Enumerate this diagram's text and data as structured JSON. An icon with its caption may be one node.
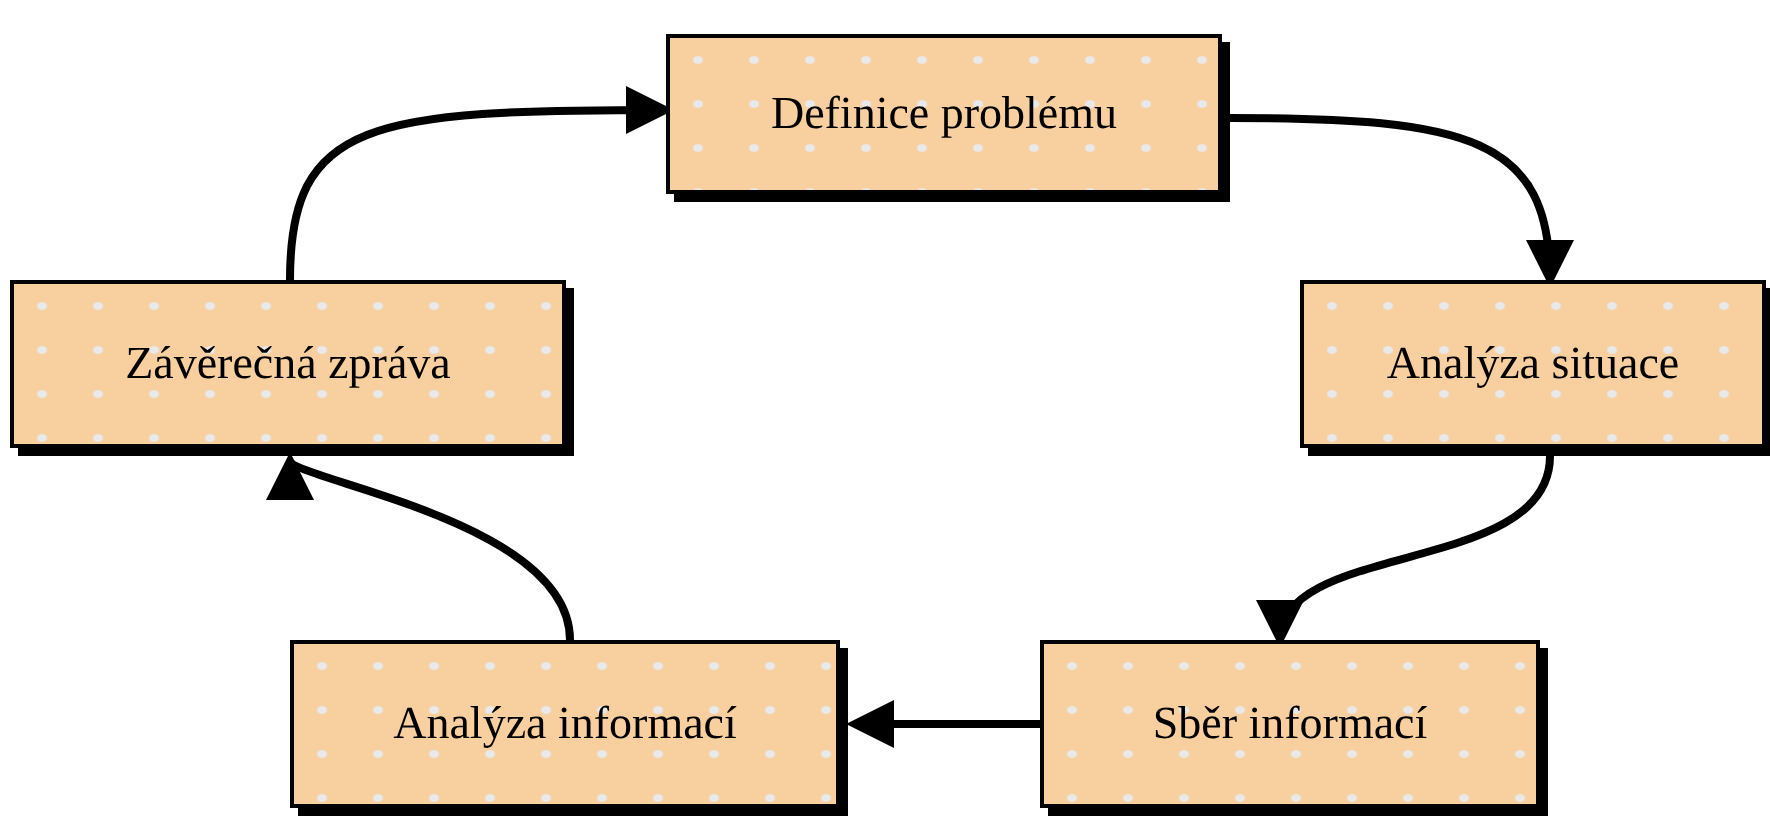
{
  "diagram": {
    "nodes": [
      {
        "text": [
          "Definice problému"
        ]
      },
      {
        "text": [
          "Závěrečná zpráva"
        ]
      },
      {
        "text": [
          "Analýza situace"
        ]
      },
      {
        "text": [
          "Analýza informací"
        ]
      },
      {
        "text": [
          "Sběr informací"
        ]
      }
    ],
    "edges": [
      {
        "from": 1,
        "to": 0,
        "arrow": "to"
      },
      {
        "from": 0,
        "to": 2,
        "arrow": "to"
      },
      {
        "from": 2,
        "to": 4,
        "arrow": "to"
      },
      {
        "from": 4,
        "to": 3,
        "arrow": "to"
      },
      {
        "from": 3,
        "to": 1,
        "arrow": "to"
      }
    ]
  }
}
